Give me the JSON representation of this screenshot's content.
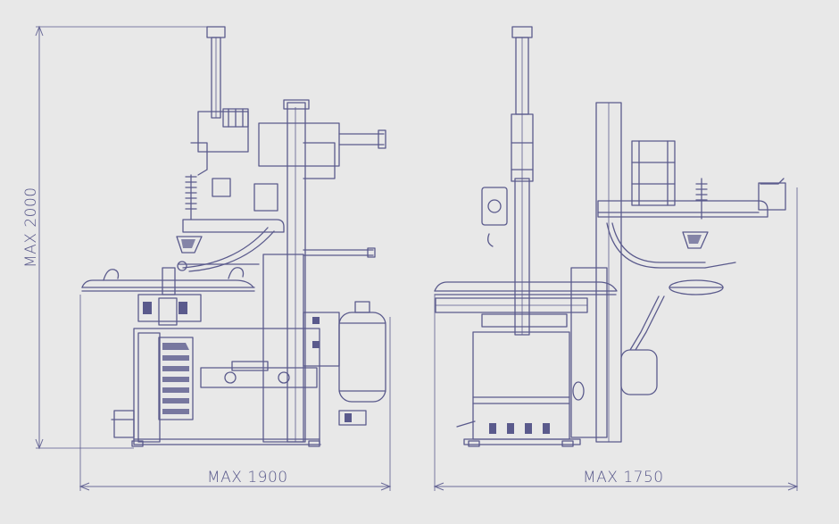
{
  "dimensions": {
    "height_label": "MAX 2000",
    "width_front_label": "MAX 1900",
    "width_side_label": "MAX 1750"
  },
  "colors": {
    "background": "#e8e8e8",
    "line": "#5a5a8c"
  }
}
